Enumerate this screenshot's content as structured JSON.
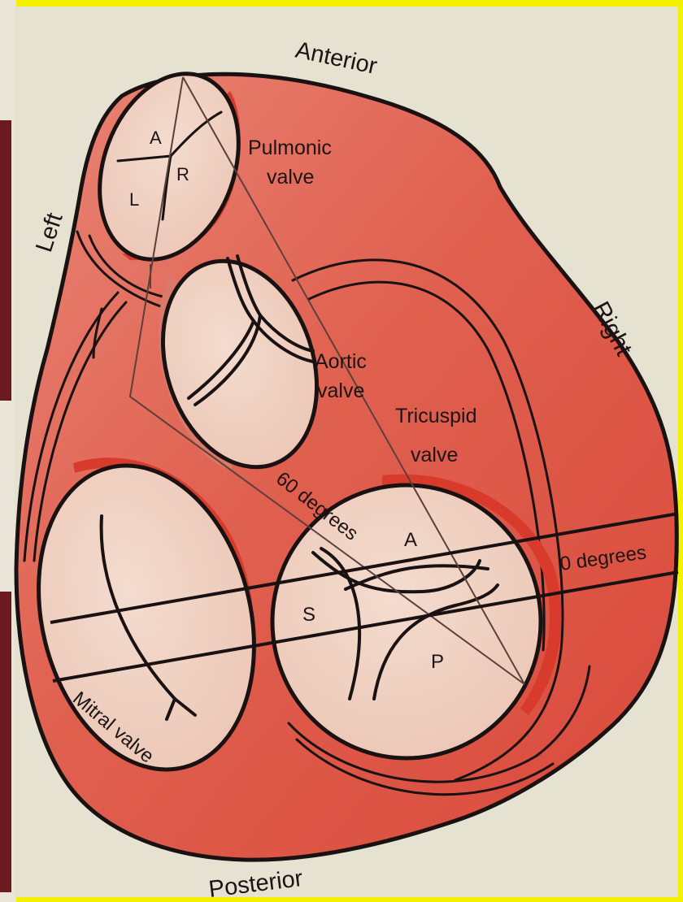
{
  "orientation": {
    "anterior": "Anterior",
    "posterior": "Posterior",
    "left": "Left",
    "right": "Right"
  },
  "valves": {
    "pulmonic": {
      "label_line1": "Pulmonic",
      "label_line2": "valve",
      "cusps": [
        "A",
        "L",
        "R"
      ]
    },
    "aortic": {
      "label_line1": "Aortic",
      "label_line2": "valve"
    },
    "tricuspid": {
      "label_line1": "Tricuspid",
      "label_line2": "valve",
      "cusps": [
        "A",
        "S",
        "P"
      ]
    },
    "mitral": {
      "label": "Mitral valve"
    }
  },
  "planes": {
    "zero": "0 degrees",
    "sixty": "60 degrees"
  },
  "colors": {
    "frame": "#f4f200",
    "background": "#e6e2d2",
    "heart_fill": "#e05a4c",
    "valve_fill": "#f1d5c8",
    "annulus_red": "#d83a2c",
    "outline": "#1a1212"
  }
}
